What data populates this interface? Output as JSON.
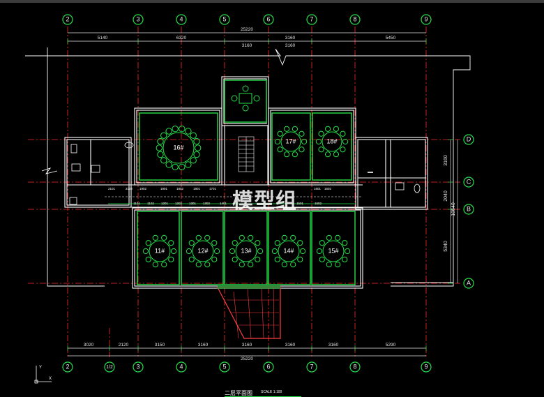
{
  "axes": {
    "top": [
      "2",
      "3",
      "4",
      "5",
      "6",
      "7",
      "8",
      "9"
    ],
    "bottom": [
      "2",
      "1/2",
      "3",
      "4",
      "5",
      "6",
      "7",
      "8",
      "9"
    ],
    "right": [
      "D",
      "C",
      "B",
      "A"
    ]
  },
  "dims": {
    "top_total": "25220",
    "top_a": [
      "5140",
      "6320",
      "3160",
      "5450"
    ],
    "top_b": [
      "3160",
      "3160"
    ],
    "bottom_total": "25220",
    "bottom": [
      "3020",
      "2120",
      "3150",
      "3160",
      "3160",
      "3160",
      "3160",
      "5290"
    ],
    "right": [
      "3160",
      "2040",
      "5340"
    ],
    "right_total": "10540"
  },
  "rooms": {
    "top_round": "16#",
    "top_a": "17#",
    "top_b": "18#",
    "bottom": [
      "11#",
      "12#",
      "13#",
      "14#",
      "15#"
    ]
  },
  "watermark": "模型组",
  "title": {
    "main": "二层平面图",
    "scale": "SCALE 1:100"
  },
  "colors": {
    "wall": "#ffffff",
    "room_wall": "#27e04a",
    "axis": "#ff2a2a",
    "dim": "#e0e0e0"
  }
}
